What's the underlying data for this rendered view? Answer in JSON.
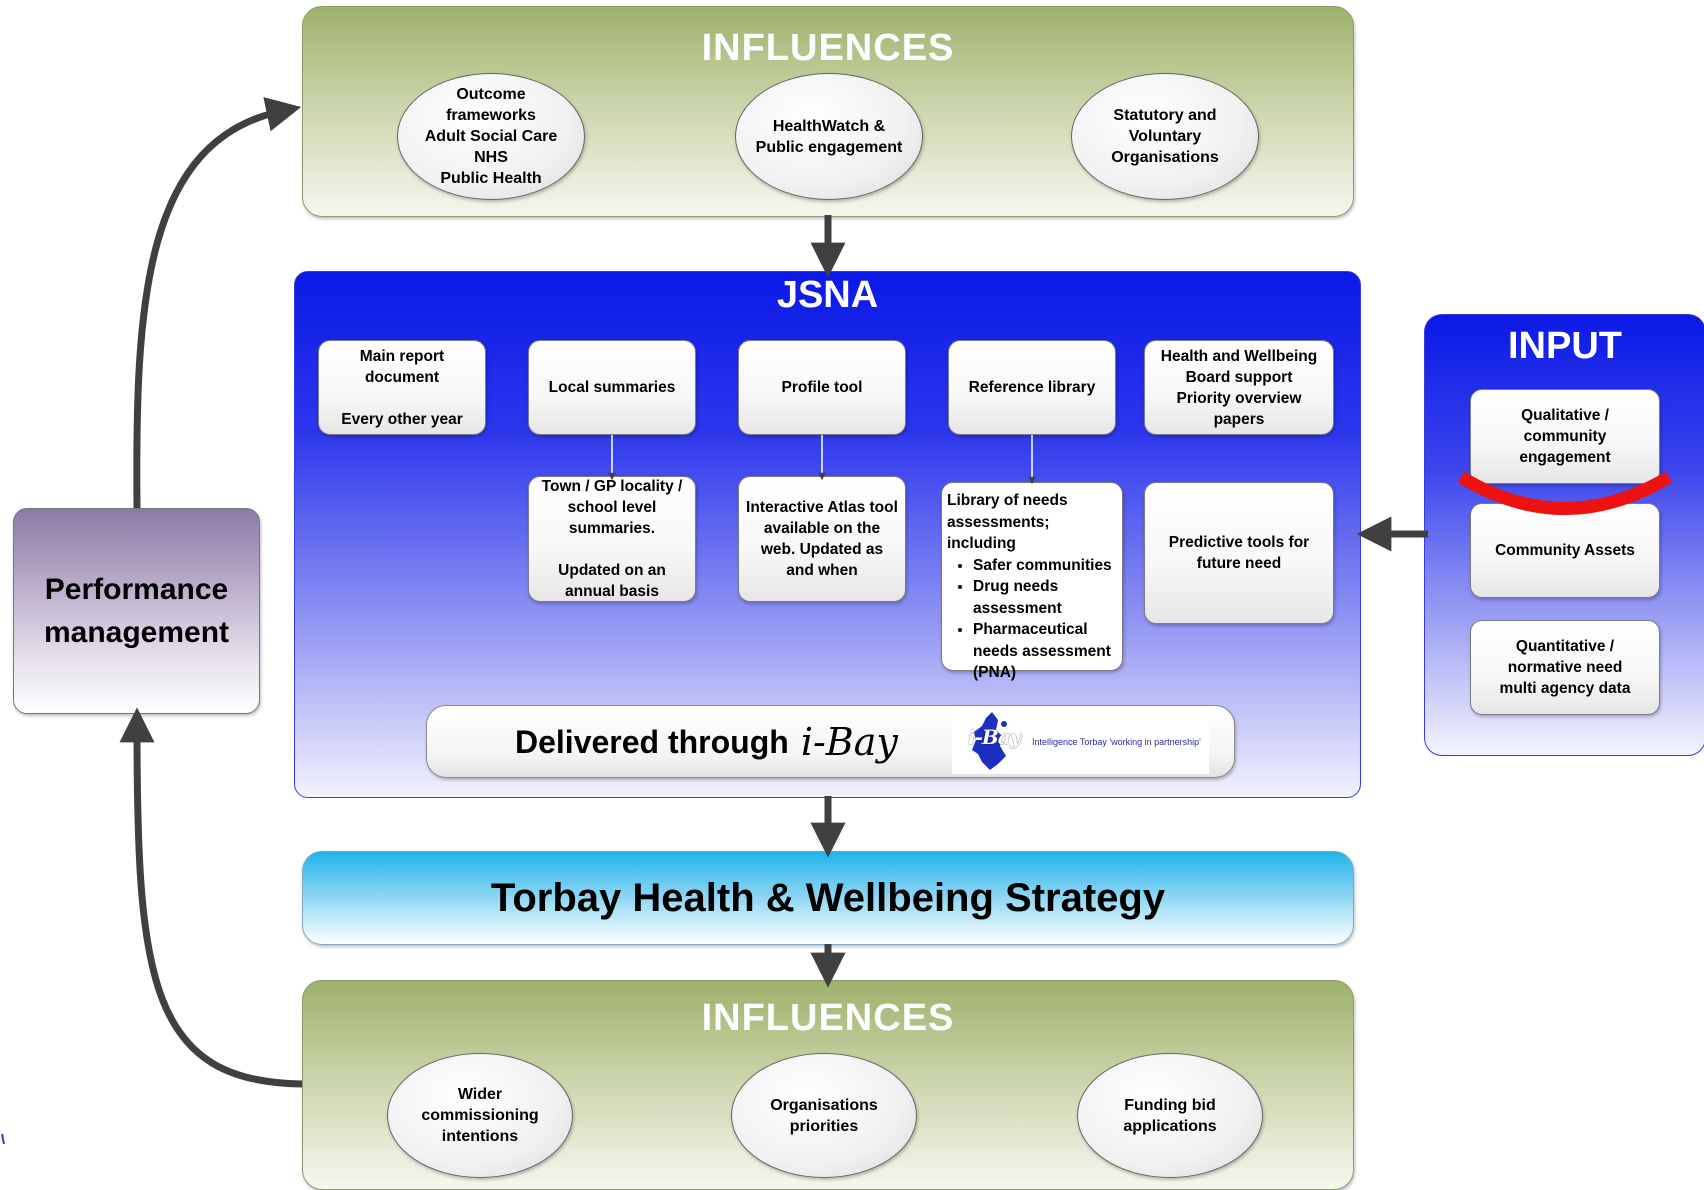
{
  "top_influences": {
    "title": "INFLUENCES",
    "items": [
      "Outcome\nframeworks\nAdult Social Care\nNHS\nPublic Health",
      "HealthWatch &\nPublic engagement",
      "Statutory and\nVoluntary\nOrganisations"
    ]
  },
  "jsna": {
    "title": "JSNA",
    "top_cards": [
      "Main report\ndocument\n\nEvery other year",
      "Local summaries",
      "Profile tool",
      "Reference library",
      "Health and Wellbeing\nBoard support\nPriority overview\npapers"
    ],
    "sub_cards": [
      "Town / GP locality /\nschool level\nsummaries.\n\nUpdated on an\nannual basis",
      "Interactive Atlas tool\navailable on the\nweb. Updated as\nand when"
    ],
    "library": {
      "intro": "Library of needs assessments; including",
      "bullets": [
        "Safer communities",
        "Drug needs assessment",
        "Pharmaceutical needs assessment (PNA)"
      ]
    },
    "predictive": "Predictive tools for\nfuture need",
    "delivered_label": "Delivered through",
    "ibay_script": "i-Bay",
    "logo": {
      "mark": "i-Bay",
      "tagline": "Intelligence Torbay 'working in partnership'"
    }
  },
  "strategy": {
    "title": "Torbay Health & Wellbeing Strategy"
  },
  "bottom_influences": {
    "title": "INFLUENCES",
    "items": [
      "Wider\ncommissioning\nintentions",
      "Organisations\npriorities",
      "Funding bid\napplications"
    ]
  },
  "input": {
    "title": "INPUT",
    "items": [
      "Qualitative /\ncommunity\nengagement",
      "Community Assets",
      "Quantitative /\nnormative need\nmulti agency data"
    ]
  },
  "performance": {
    "label": "Performance\nmanagement"
  },
  "colors": {
    "arrow": "#404040",
    "red_mark": "#ee1111",
    "jsna_blue": "#0a19e6",
    "strategy_cyan": "#1eb4ea",
    "influence_green": "#9eb16c"
  }
}
